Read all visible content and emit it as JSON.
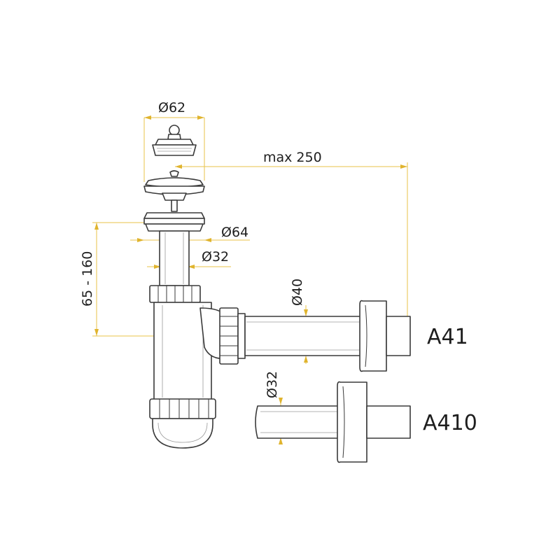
{
  "dimensions": {
    "stopper_diameter": "Ø62",
    "max_length": "max 250",
    "flange_diameter": "Ø64",
    "tailpiece_diameter": "Ø32",
    "height_range": "65 - 160",
    "outlet_diameter_a41": "Ø40",
    "outlet_diameter_a410": "Ø32"
  },
  "models": {
    "a41": "A41",
    "a410": "A410"
  },
  "colors": {
    "line": "#3a3a3a",
    "dimension": "#e8c34a",
    "arrow": "#e0b42e",
    "background": "#ffffff"
  }
}
